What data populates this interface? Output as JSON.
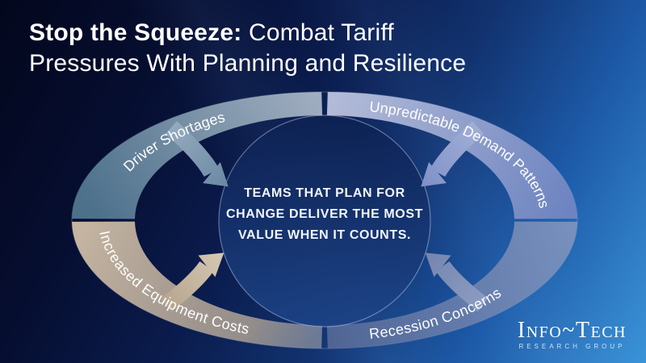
{
  "slide": {
    "title": {
      "emphasis": "Stop the Squeeze:",
      "line1_rest": " Combat Tariff",
      "line2": "Pressures With Planning and Resilience"
    },
    "diagram": {
      "center_message_lines": [
        "TEAMS THAT PLAN FOR",
        "CHANGE DELIVER THE MOST",
        "VALUE WHEN IT COUNTS."
      ],
      "pressures": [
        {
          "position": "top-left",
          "label": "Driver Shortages",
          "color": "#6f8ba3"
        },
        {
          "position": "top-right",
          "label": "Unpredictable Demand Patterns",
          "color": "#93a1cd"
        },
        {
          "position": "bottom-left",
          "label": "Increased Equipment Costs",
          "color": "#c0af9a"
        },
        {
          "position": "bottom-right",
          "label": "Recession Concerns",
          "color": "#7e90b8"
        }
      ]
    },
    "logo": {
      "wordmark": "Info~Tech",
      "subtext": "RESEARCH GROUP"
    },
    "colors": {
      "background_top_left": "#04081f",
      "background_bottom_right": "#3b93d8",
      "title_text": "#ffffff",
      "center_text": "#f1f5fc"
    }
  }
}
